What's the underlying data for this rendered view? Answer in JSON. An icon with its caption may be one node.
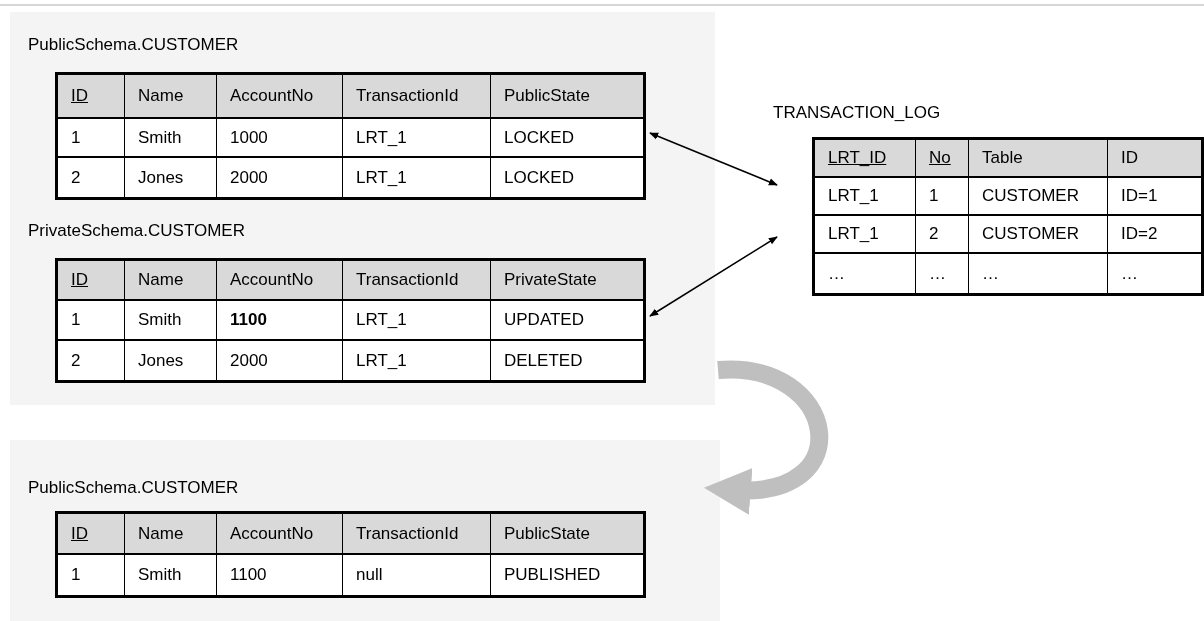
{
  "diagram": {
    "nodes": [
      {
        "text": [],
        "shape": "box"
      },
      {
        "text": [
          "PublicSchema.CUSTOMER",
          "ID",
          "Name",
          "AccountNo",
          "TransactionId",
          "PublicState",
          "1",
          "Smith",
          "1000",
          "LRT_1",
          "LOCKED",
          "2",
          "Jones",
          "2000",
          "LRT_1",
          "LOCKED"
        ],
        "in": 0
      },
      {
        "text": [
          "PrivateSchema.CUSTOMER",
          "ID",
          "Name",
          "AccountNo",
          "TransactionId",
          "PrivateState",
          "1",
          "Smith",
          "1100",
          "LRT_1",
          "UPDATED",
          "2",
          "Jones",
          "2000",
          "LRT_1",
          "DELETED"
        ],
        "in": 0
      },
      {
        "text": [],
        "shape": "box"
      },
      {
        "text": [
          "PublicSchema.CUSTOMER",
          "ID",
          "Name",
          "AccountNo",
          "TransactionId",
          "PublicState",
          "1",
          "Smith",
          "1100",
          "null",
          "PUBLISHED"
        ],
        "in": 3
      },
      {
        "text": [
          "TRANSACTION_LOG",
          "LRT_ID",
          "No",
          "Table",
          "ID",
          "LRT_1",
          "1",
          "CUSTOMER",
          "ID=1",
          "LRT_1",
          "2",
          "CUSTOMER",
          "ID=2",
          "…",
          "…",
          "…",
          "…"
        ]
      }
    ],
    "edges": [
      {
        "from": 1,
        "to": 5,
        "arrow": "both"
      },
      {
        "from": 2,
        "to": 5,
        "arrow": "both"
      },
      {
        "from": 0,
        "to": 3,
        "arrow": "to",
        "style": "thick",
        "color": "#bfbfbf"
      }
    ]
  }
}
